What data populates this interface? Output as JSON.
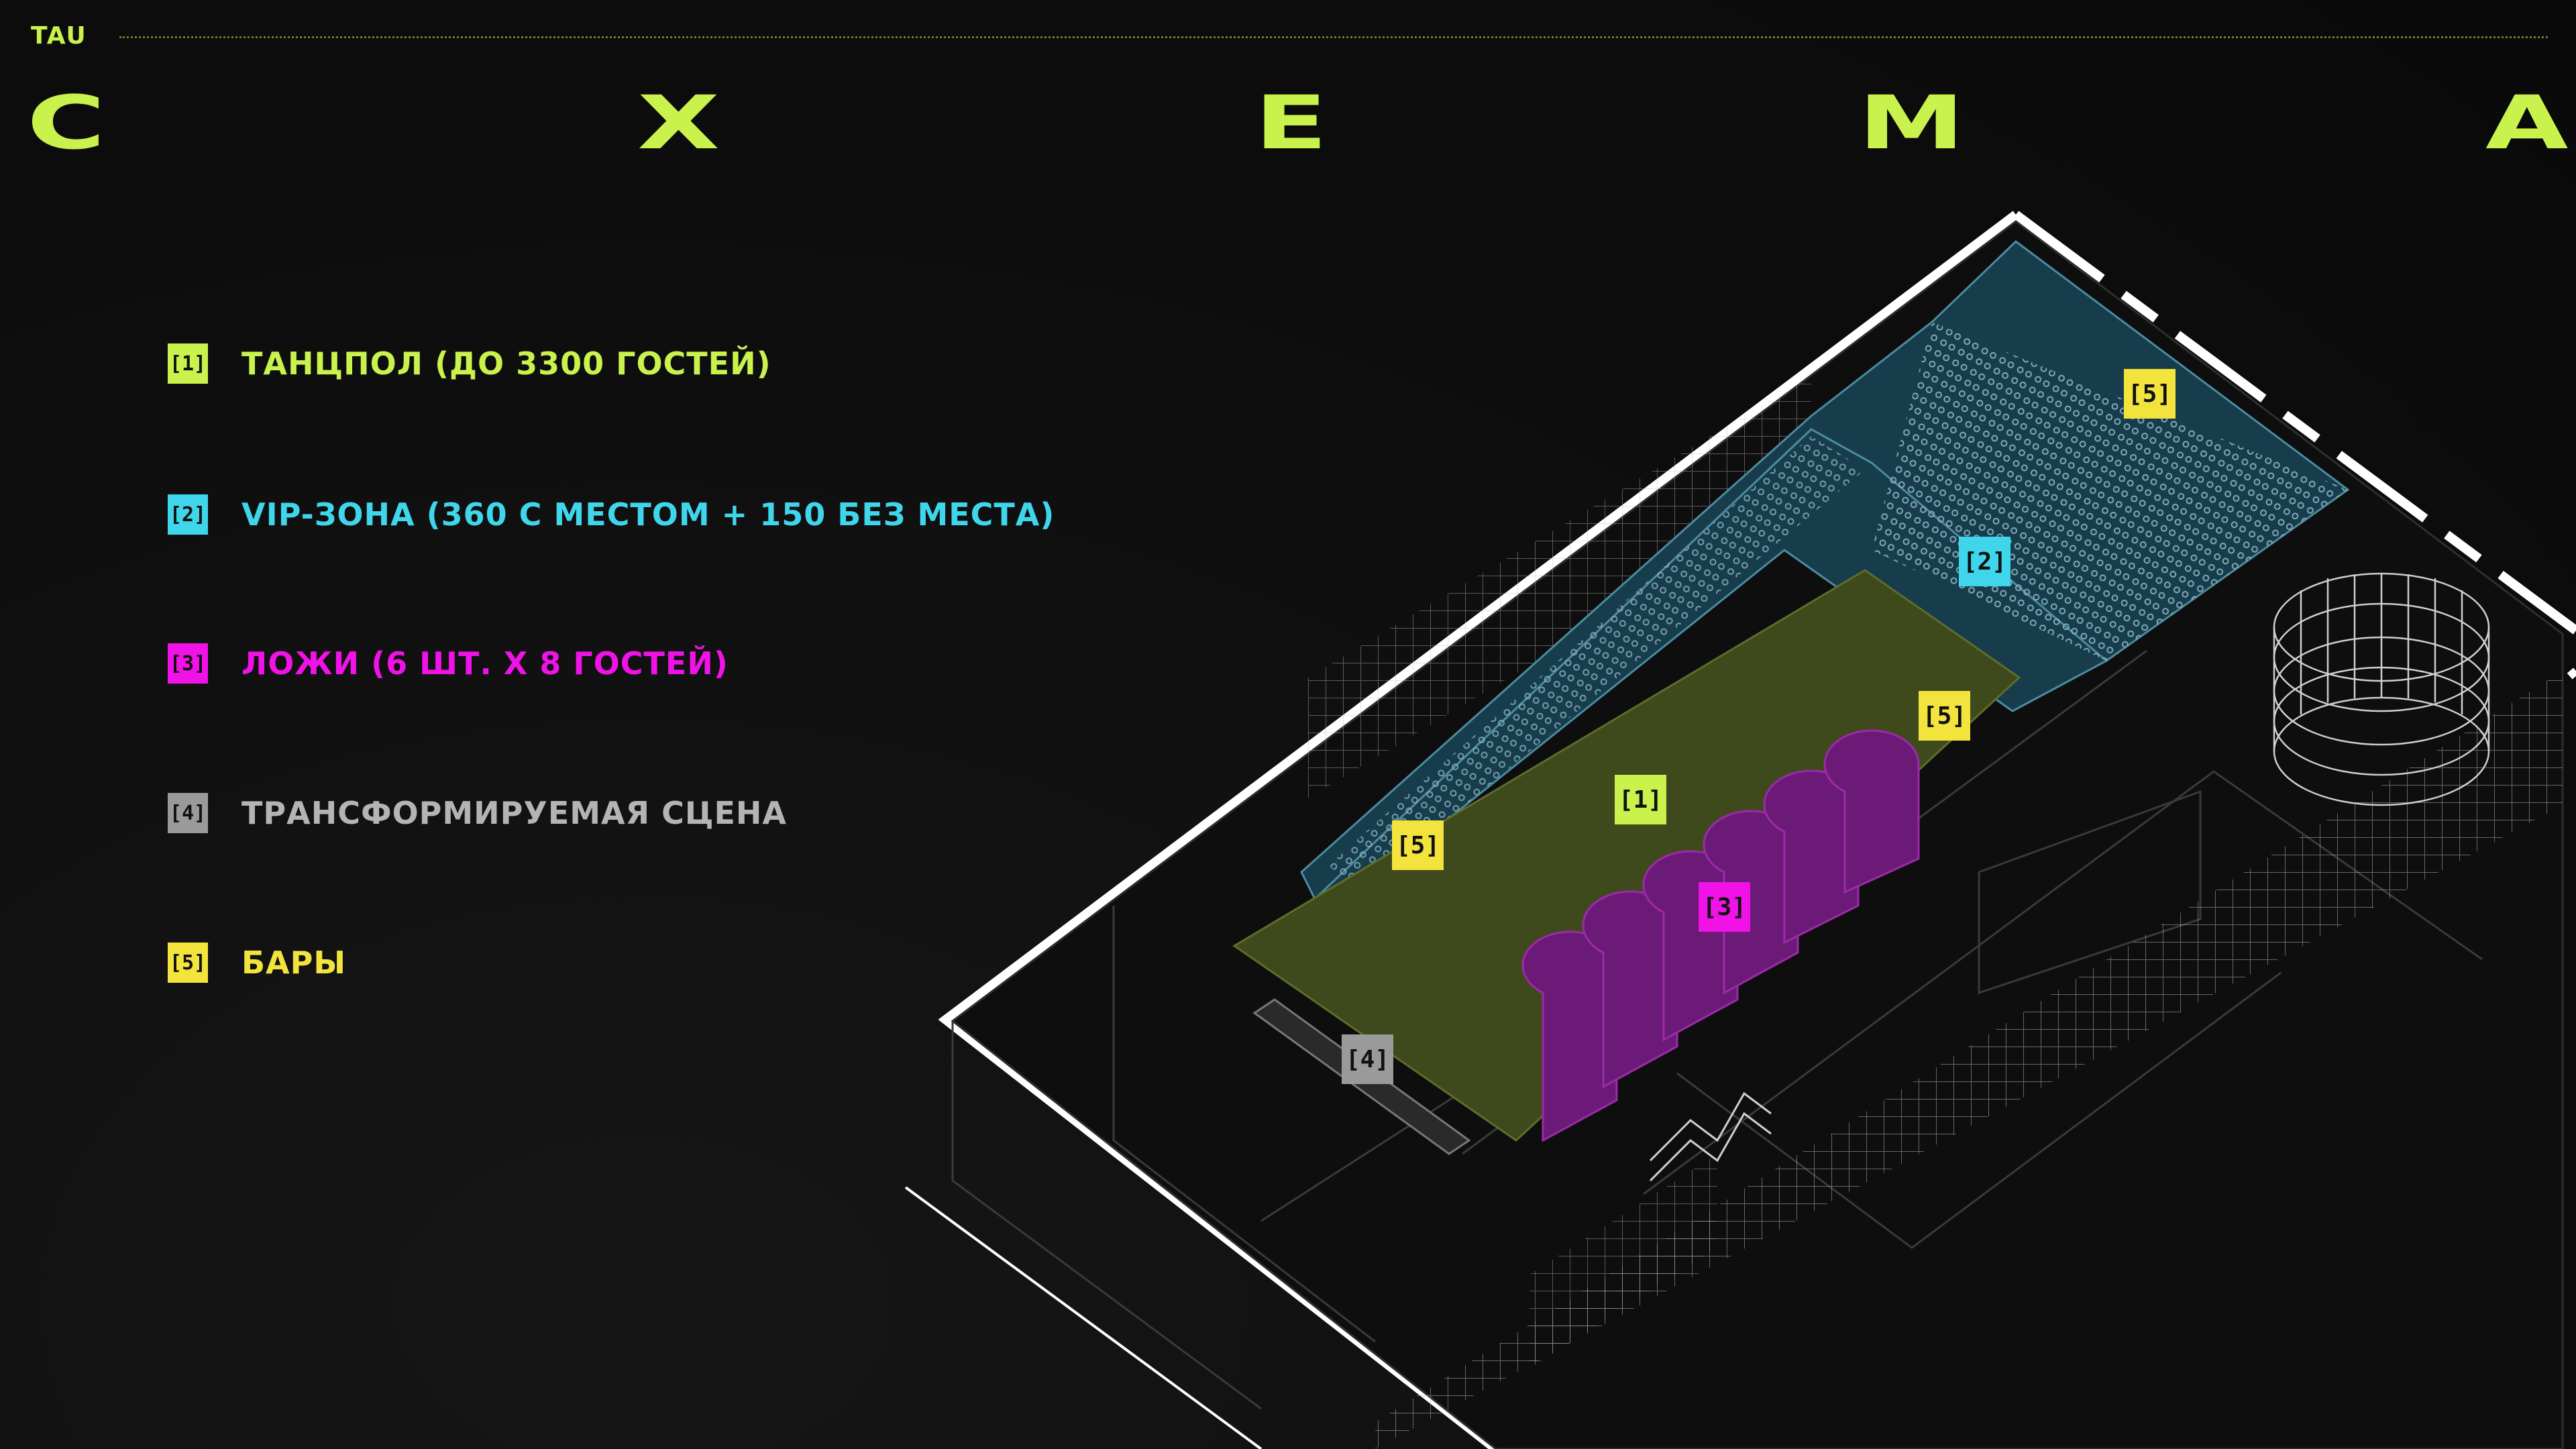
{
  "logo": "TAU",
  "title_letters": [
    "С",
    "Х",
    "Е",
    "М",
    "А"
  ],
  "legend": [
    {
      "badge": "[1]",
      "label": "ТАНЦПОЛ (ДО 3300 ГОСТЕЙ)",
      "color": "#c9f24d"
    },
    {
      "badge": "[2]",
      "label": "VIP-ЗОНА (360 С МЕСТОМ + 150 БЕЗ МЕСТА)",
      "color": "#3fd6ec"
    },
    {
      "badge": "[3]",
      "label": "ЛОЖИ (6 ШТ. Х 8 ГОСТЕЙ)",
      "color": "#f012e6"
    },
    {
      "badge": "[4]",
      "label": "ТРАНСФОРМИРУЕМАЯ СЦЕНА",
      "color": "#b4b4b4"
    },
    {
      "badge": "[5]",
      "label": "БАРЫ",
      "color": "#f2e43c"
    }
  ],
  "map_tags": {
    "dancefloor": "[1]",
    "vip": "[2]",
    "lodges": "[3]",
    "stage": "[4]",
    "bar_top": "[5]",
    "bar_mid": "[5]",
    "bar_left": "[5]"
  },
  "colors": {
    "background": "#0d0d0d",
    "accent": "#c9f24d",
    "dancefloor_fill": "#3e4a1c",
    "vip_fill": "#173d4c",
    "lodge_fill": "#6c1a78",
    "walls": "#ffffff"
  }
}
